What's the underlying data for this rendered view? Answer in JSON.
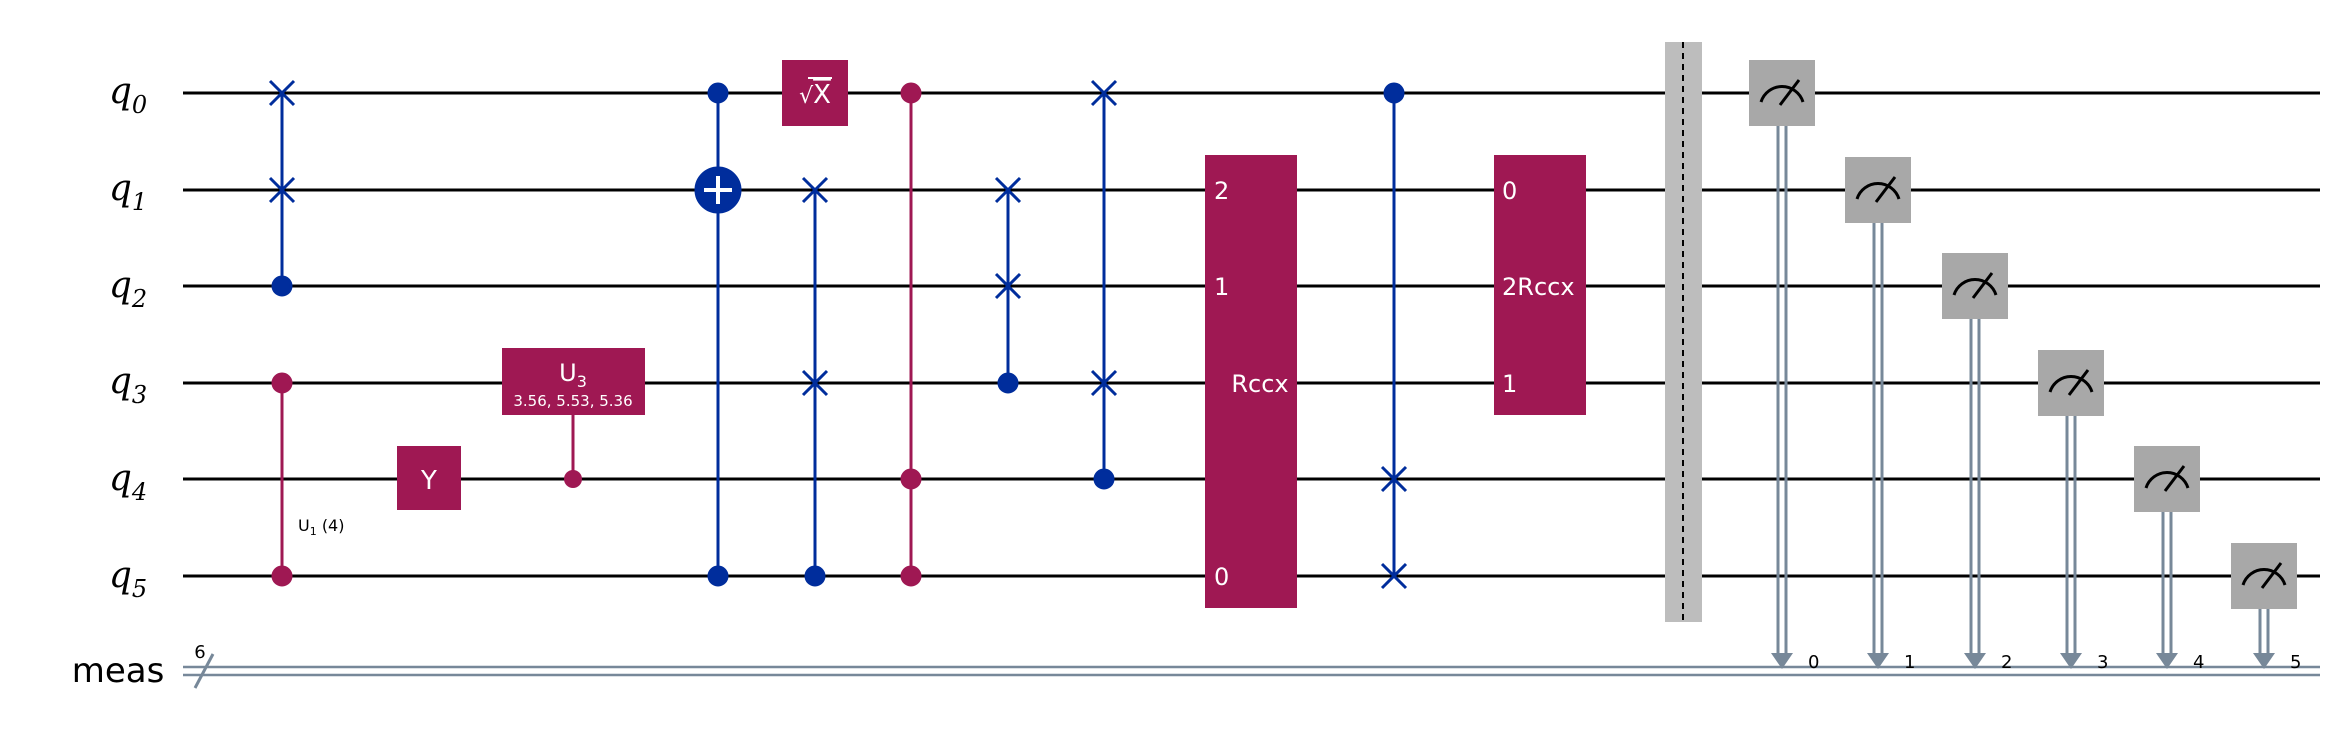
{
  "qubits": [
    {
      "base": "q",
      "index": "0"
    },
    {
      "base": "q",
      "index": "1"
    },
    {
      "base": "q",
      "index": "2"
    },
    {
      "base": "q",
      "index": "3"
    },
    {
      "base": "q",
      "index": "4"
    },
    {
      "base": "q",
      "index": "5"
    }
  ],
  "creg": {
    "label": "meas",
    "width": "6"
  },
  "colors": {
    "wire": "#000000",
    "creg_wire": "#778899",
    "blue_gate": "#002D9C",
    "magenta_gate": "#9F1853",
    "measure_box": "#A8A8A8",
    "barrier": "#BDBDBD"
  },
  "gates": {
    "y_label": "Y",
    "sx_label": "X",
    "sx_root": "√",
    "u3_label": "U",
    "u3_sub": "3",
    "u3_params": "3.56, 5.53, 5.36",
    "cu1_label": "U",
    "cu1_sub": "1",
    "cu1_param": "(4)",
    "rccx_a_label": "Rccx",
    "rccx_a_ports": [
      "2",
      "1",
      "0"
    ],
    "rccx_b_label": "Rccx",
    "rccx_b_ports": [
      "0",
      "2",
      "1"
    ]
  },
  "measure_bits": [
    "0",
    "1",
    "2",
    "3",
    "4",
    "5"
  ]
}
